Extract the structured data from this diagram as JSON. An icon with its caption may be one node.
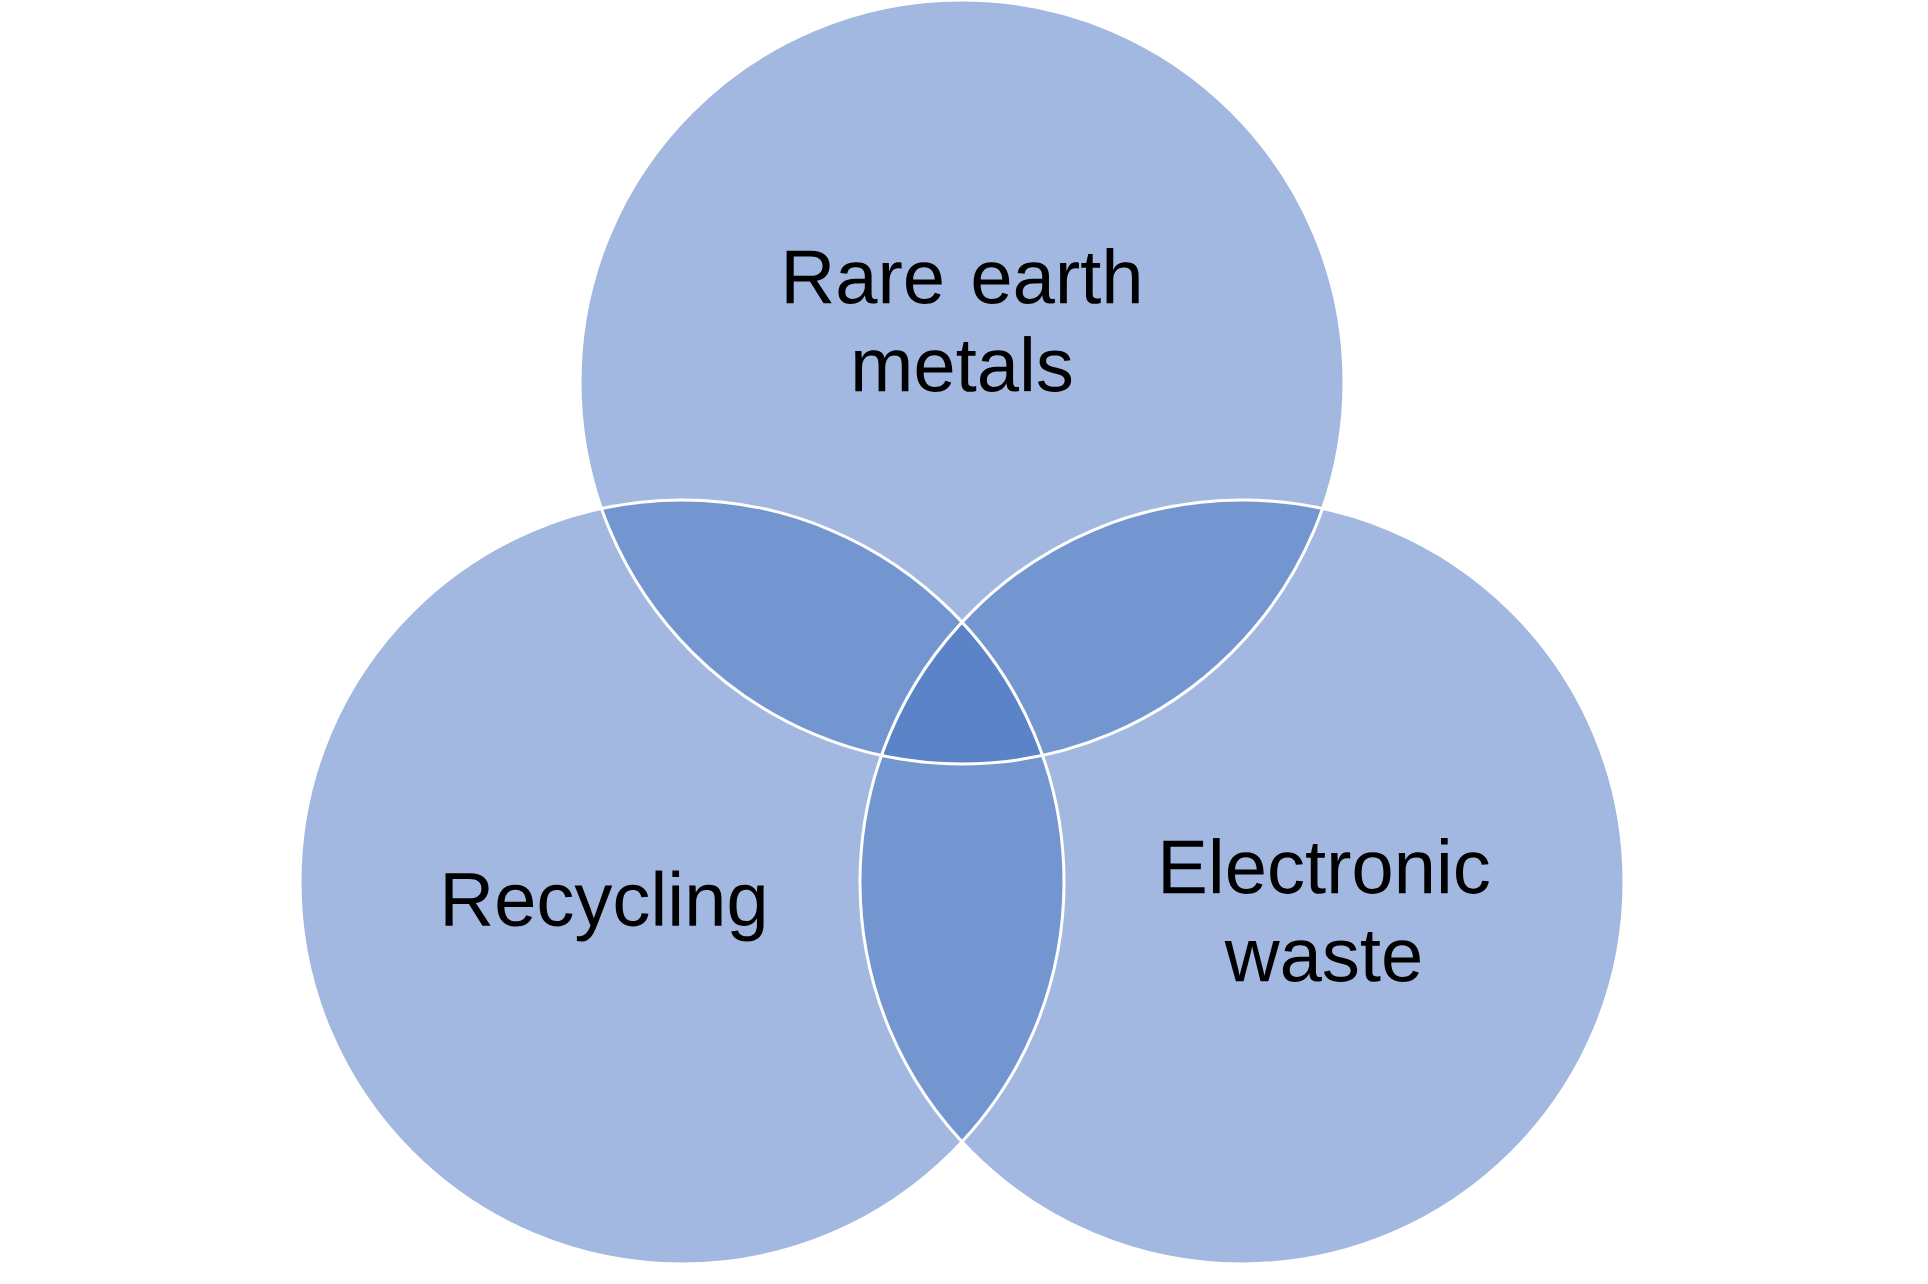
{
  "diagram": {
    "nodes": [
      {
        "text": [
          "Rare earth metals"
        ]
      },
      {
        "text": [
          "Recycling"
        ]
      },
      {
        "text": [
          "Electronic waste"
        ]
      }
    ]
  }
}
